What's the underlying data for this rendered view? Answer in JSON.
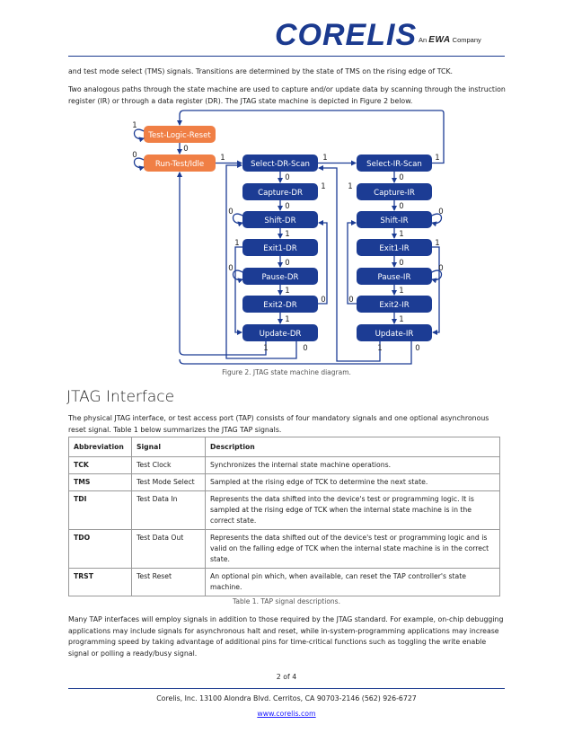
{
  "header": {
    "brand": "CORELIS",
    "tagline_pre": "An",
    "tagline_brand": "EWA",
    "tagline_post": "Company",
    "brand_color": "#1b3a8f"
  },
  "intro": {
    "p1": "and test mode select (TMS) signals. Transitions are determined by the state of TMS on the rising edge of TCK.",
    "p2": "Two analogous paths through the state machine are used to capture and/or update data by scanning through the instruction register (IR) or through a data register (DR). The JTAG state machine is depicted in Figure 2 below."
  },
  "diagram": {
    "orange": "#f07f45",
    "blue": "#1c3c94",
    "states": {
      "test_logic_reset": "Test-Logic-Reset",
      "run_test_idle": "Run-Test/Idle",
      "select_dr_scan": "Select-DR-Scan",
      "select_ir_scan": "Select-IR-Scan",
      "capture_dr": "Capture-DR",
      "capture_ir": "Capture-IR",
      "shift_dr": "Shift-DR",
      "shift_ir": "Shift-IR",
      "exit1_dr": "Exit1-DR",
      "exit1_ir": "Exit1-IR",
      "pause_dr": "Pause-DR",
      "pause_ir": "Pause-IR",
      "exit2_dr": "Exit2-DR",
      "exit2_ir": "Exit2-IR",
      "update_dr": "Update-DR",
      "update_ir": "Update-IR"
    },
    "zero": "0",
    "one": "1"
  },
  "figure_caption": "Figure 2. JTAG state machine diagram.",
  "section": {
    "heading": "JTAG Interface",
    "p1": "The physical JTAG interface, or test access port (TAP) consists of four mandatory signals and one optional asynchronous reset signal. Table 1 below summarizes the JTAG TAP signals."
  },
  "table": {
    "headers": [
      "Abbreviation",
      "Signal",
      "Description"
    ],
    "rows": [
      {
        "abbr": "TCK",
        "signal": "Test Clock",
        "desc": "Synchronizes the internal state machine operations."
      },
      {
        "abbr": "TMS",
        "signal": "Test Mode Select",
        "desc": "Sampled at the rising edge of TCK to determine the next state."
      },
      {
        "abbr": "TDI",
        "signal": "Test Data In",
        "desc": "Represents the data shifted into the device's test or programming logic. It is sampled at the rising edge of TCK when the internal state machine is in the correct state."
      },
      {
        "abbr": "TDO",
        "signal": "Test Data Out",
        "desc": "Represents the data shifted out of the device's test or programming logic and is valid on the falling edge of TCK when the internal state machine is in the correct state."
      },
      {
        "abbr": "TRST",
        "signal": "Test Reset",
        "desc": "An optional pin which, when available, can reset the TAP controller's state machine."
      }
    ],
    "caption": "Table 1. TAP signal descriptions."
  },
  "closing": {
    "p1": "Many TAP interfaces will employ signals in addition to those required by the JTAG standard. For example, on-chip debugging applications may include signals for asynchronous halt and reset, while in-system-programming applications may increase programming speed by taking advantage of additional pins for time-critical functions such as toggling the write enable signal or polling a ready/busy signal."
  },
  "footer": {
    "page": "2 of 4",
    "address": "Corelis, Inc.  13100 Alondra Blvd. Cerritos, CA 90703-2146  (562) 926-6727",
    "link": "www.corelis.com"
  }
}
